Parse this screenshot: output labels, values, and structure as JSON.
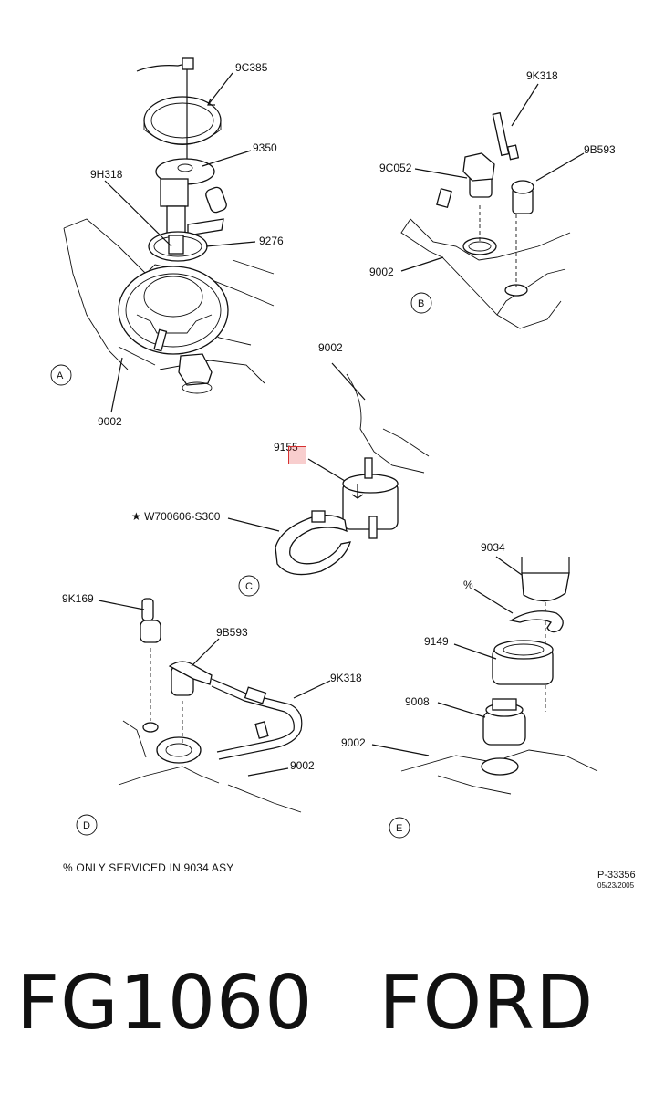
{
  "labels": {
    "a_9c385": "9C385",
    "a_9350": "9350",
    "a_9h318": "9H318",
    "a_9276": "9276",
    "a_9002": "9002",
    "b_9k318": "9K318",
    "b_9c052": "9C052",
    "b_9b593": "9B593",
    "b_9002": "9002",
    "c_9002": "9002",
    "c_9155": "9155",
    "c_w700606": "★ W700606-S300",
    "d_9k169": "9K169",
    "d_9b593": "9B593",
    "d_9k318": "9K318",
    "d_9002": "9002",
    "e_9034": "9034",
    "e_percent": "%",
    "e_9149": "9149",
    "e_9008": "9008",
    "e_9002": "9002"
  },
  "views": {
    "a": "A",
    "b": "B",
    "c": "C",
    "d": "D",
    "e": "E"
  },
  "footnote": "% ONLY SERVICED IN 9034 ASY",
  "reference": {
    "number": "P-33356",
    "date": "05/23/2005"
  },
  "part_code": "FG1060",
  "brand": "FORD",
  "highlight_color": "#d63030"
}
